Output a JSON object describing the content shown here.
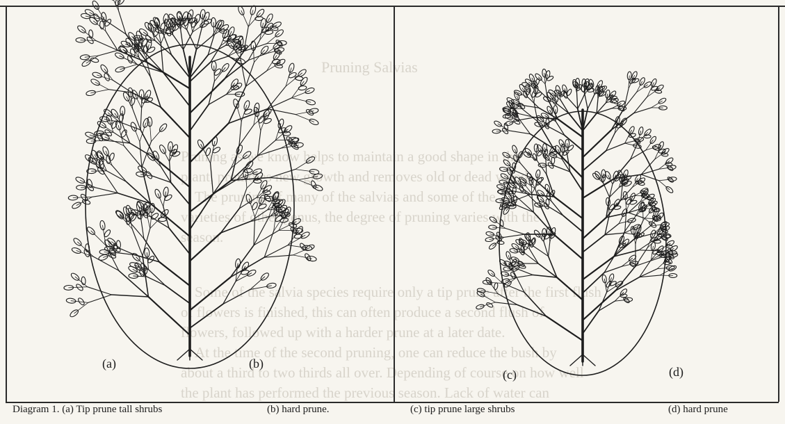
{
  "background_ghost_text": {
    "title": "Pruning Salvias",
    "lines": [
      "Pruning as we know helps to maintain a good shape in the",
      "plant, promotes new growth and removes old or dead wood.",
      "The pruning of many of the salvias and some of the",
      "varieties of other genus, the degree of pruning varies with the",
      "season.",
      "Some of the salvia species require only a tip prune after the first flush",
      "of flowers is finished, this can often produce a second flush of",
      "flowers, followed up with a harder prune at a later date.",
      "At the time of the second pruning, one can reduce the bush by",
      "about a third to two thirds all over. Depending of course on how well",
      "the plant has performed the previous season. Lack of water can"
    ]
  },
  "panels": {
    "a_label": "(a)",
    "b_label": "(b)",
    "c_label": "(c)",
    "d_label": "(d)"
  },
  "captions": {
    "diagram_a": "Diagram 1. (a) Tip prune tall shrubs",
    "b": "(b) hard prune.",
    "c": "(c) tip prune large shrubs",
    "d": "(d) hard prune"
  },
  "colors": {
    "ink": "#1d1d1d",
    "paper": "#f7f5ef",
    "ghost": "#d8d4cb"
  }
}
